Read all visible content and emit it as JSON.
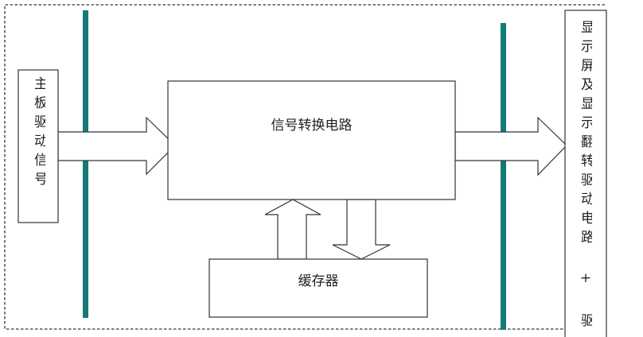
{
  "diagram": {
    "main_board_signal_label": "主板驱动信号",
    "signal_conversion_label": "信号转换电路",
    "buffer_label": "缓存器",
    "display_label": "显示屏及显示翻转驱动电路 + 驱",
    "colors": {
      "bus_bar": "#137a77",
      "stroke": "#333333",
      "background": "#ffffff"
    }
  }
}
